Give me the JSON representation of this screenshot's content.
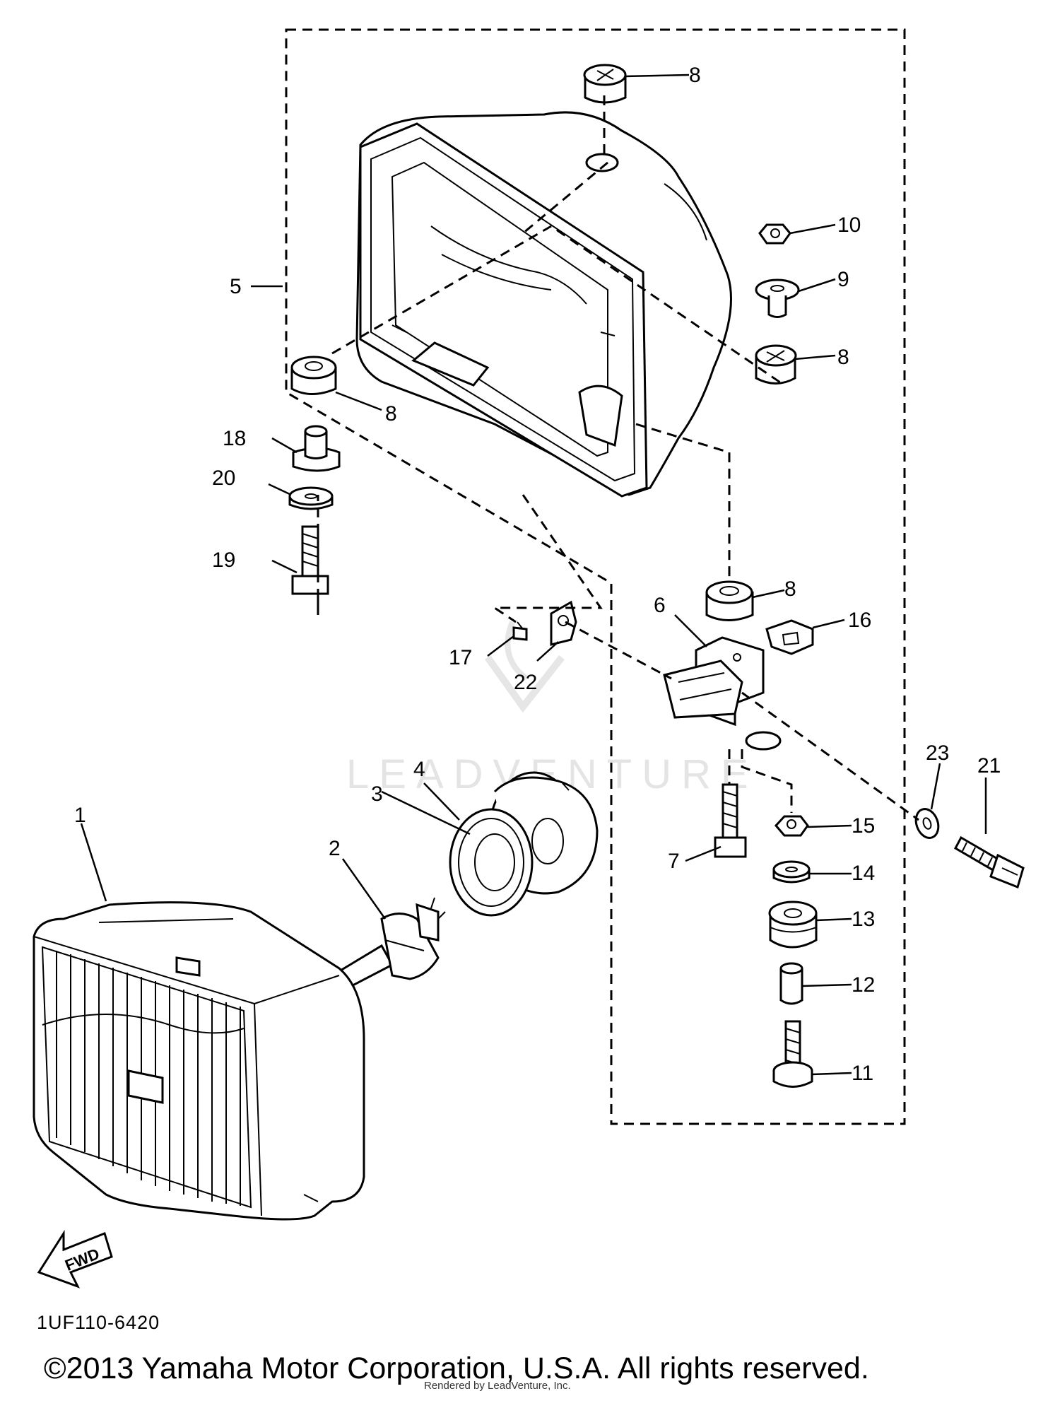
{
  "watermark": {
    "text": "LEADVENTURE"
  },
  "diagram_code": "1UF110-6420",
  "copyright": "©2013 Yamaha Motor Corporation, U.S.A. All rights reserved.",
  "render_credit": "Rendered by LeadVenture, Inc.",
  "fwd_label": "FWD",
  "callouts": {
    "c1": "1",
    "c2": "2",
    "c3": "3",
    "c4": "4",
    "c5": "5",
    "c6": "6",
    "c7": "7",
    "c8a": "8",
    "c8b": "8",
    "c8c": "8",
    "c8d": "8",
    "c9": "9",
    "c10": "10",
    "c11": "11",
    "c12": "12",
    "c13": "13",
    "c14": "14",
    "c15": "15",
    "c16": "16",
    "c17": "17",
    "c18": "18",
    "c19": "19",
    "c20": "20",
    "c21": "21",
    "c22": "22",
    "c23": "23"
  }
}
